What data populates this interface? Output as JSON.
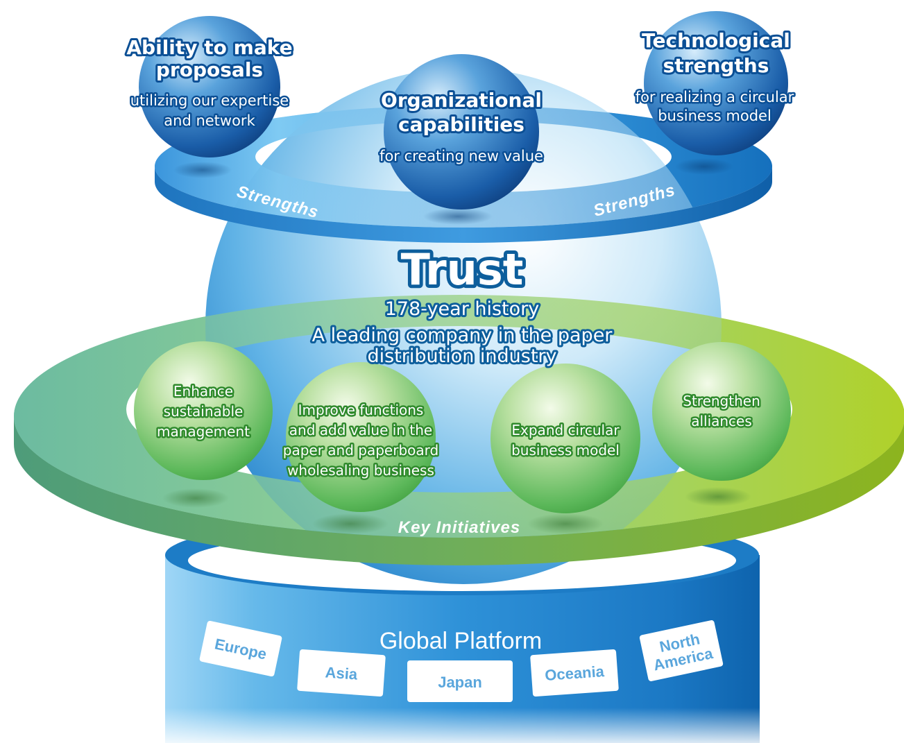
{
  "strengths": {
    "ring_label_left": "Strengths",
    "ring_label_right": "Strengths",
    "spheres": [
      {
        "title_lines": [
          "Ability to make",
          "proposals"
        ],
        "sub_lines": [
          "utilizing our expertise",
          "and network"
        ]
      },
      {
        "title_lines": [
          "Organizational",
          "capabilities"
        ],
        "sub_lines": [
          "for creating new value"
        ]
      },
      {
        "title_lines": [
          "Technological",
          "strengths"
        ],
        "sub_lines": [
          "for realizing a circular",
          "business model"
        ]
      }
    ]
  },
  "trust": {
    "title": "Trust",
    "lines": [
      "178-year history",
      "A leading company in the paper",
      "distribution industry"
    ]
  },
  "key_initiatives": {
    "ring_label": "Key Initiatives",
    "spheres": [
      {
        "lines": [
          "Enhance",
          "sustainable",
          "management"
        ]
      },
      {
        "lines": [
          "Improve functions",
          "and add value in the",
          "paper and paperboard",
          "wholesaling business"
        ]
      },
      {
        "lines": [
          "Expand circular",
          "business model"
        ]
      },
      {
        "lines": [
          "Strengthen",
          "alliances"
        ]
      }
    ]
  },
  "platform": {
    "title": "Global Platform",
    "regions": [
      {
        "lines": [
          "Europe"
        ]
      },
      {
        "lines": [
          "Asia"
        ]
      },
      {
        "lines": [
          "Japan"
        ]
      },
      {
        "lines": [
          "Oceania"
        ]
      },
      {
        "lines": [
          "North",
          "America"
        ]
      }
    ]
  },
  "colors": {
    "blue_dark": "#0b4f95",
    "blue_light": "#7cc6f2",
    "green_dark": "#3a9a3a",
    "green_light": "#b4d33a"
  }
}
